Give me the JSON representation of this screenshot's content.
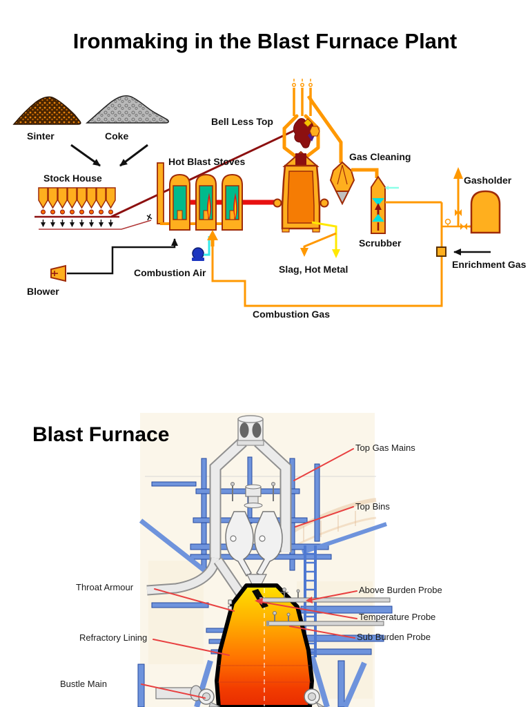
{
  "page1": {
    "title": "Ironmaking in the Blast Furnace Plant",
    "labels": {
      "sinter": "Sinter",
      "coke": "Coke",
      "stock_house": "Stock House",
      "bell_less_top": "Bell Less Top",
      "hot_blast_stoves": "Hot Blast Stoves",
      "gas_cleaning": "Gas Cleaning",
      "gasholder": "Gasholder",
      "scrubber": "Scrubber",
      "enrichment_gas": "Enrichment Gas",
      "combustion_air": "Combustion Air",
      "slag_hot_metal": "Slag, Hot Metal",
      "blower": "Blower",
      "combustion_gas": "Combustion Gas"
    }
  },
  "page2": {
    "title": "Blast Furnace",
    "labels": {
      "top_gas_mains": "Top Gas Mains",
      "top_bins": "Top Bins",
      "throat_armour": "Throat Armour",
      "above_burden_probe": "Above Burden Probe",
      "temperature_probe": "Temperature Probe",
      "sub_burden_probe": "Sub Burden Probe",
      "refractory_lining": "Refractory Lining",
      "bustle_main": "Bustle Main"
    }
  },
  "palette": {
    "equipment_orange": "#FFAF1E",
    "equipment_outline": "#9E2B08",
    "hot_blast_red": "#E81111",
    "stove_checker_teal": "#00BA8C",
    "water_cyan": "#35E8E8",
    "slag_yellow": "#FFE800",
    "gas_pipe_orange": "#FF9800",
    "conveyor_dark_red": "#8C1010",
    "steel_blue": "#6E93DC",
    "pipe_gray": "#D9D9D9",
    "leader_red": "#E84040",
    "furnace_top_yellow": "#FFE000",
    "furnace_bottom_red": "#E82C00"
  }
}
